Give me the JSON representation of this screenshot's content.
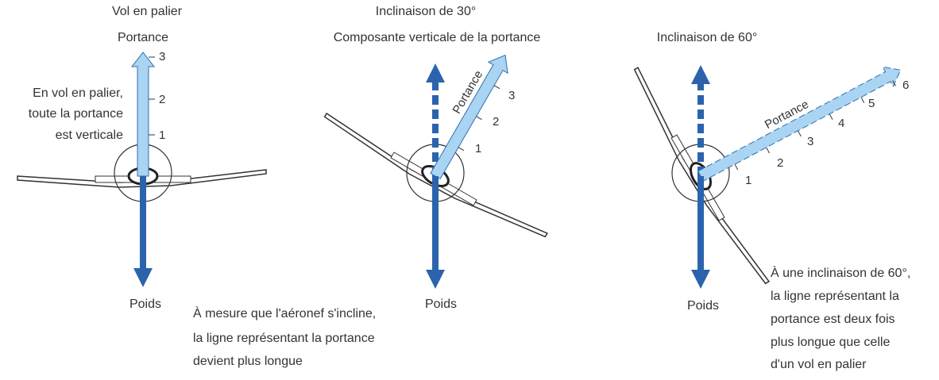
{
  "panels": [
    {
      "title": "Vol en palier",
      "lift_label": "Portance",
      "weight_label": "Poids",
      "note": [
        "En vol en palier,",
        "toute la portance",
        "est verticale"
      ],
      "ticks": [
        "1",
        "2",
        "3"
      ],
      "bank_angle_deg": 0
    },
    {
      "title": "Inclinaison de 30°",
      "subtitle": "Composante verticale de la portance",
      "lift_label": "Portance",
      "weight_label": "Poids",
      "note": [
        "À mesure que l'aéronef s'incline,",
        "la ligne représentant la portance",
        "devient plus longue"
      ],
      "ticks": [
        "1",
        "2",
        "3"
      ],
      "bank_angle_deg": 30
    },
    {
      "title": "Inclinaison de 60°",
      "lift_label": "Portance",
      "weight_label": "Poids",
      "note": [
        "À une inclinaison de 60°,",
        "la ligne représentant la",
        "portance est deux fois",
        "plus longue que celle",
        "d'un vol en palier"
      ],
      "ticks": [
        "1",
        "2",
        "3",
        "4",
        "5",
        "6"
      ],
      "bank_angle_deg": 60
    }
  ],
  "colors": {
    "lift": "#a9d4f2",
    "lift_stroke": "#2f6fb0",
    "weight": "#2b63ad",
    "text": "#333333"
  }
}
